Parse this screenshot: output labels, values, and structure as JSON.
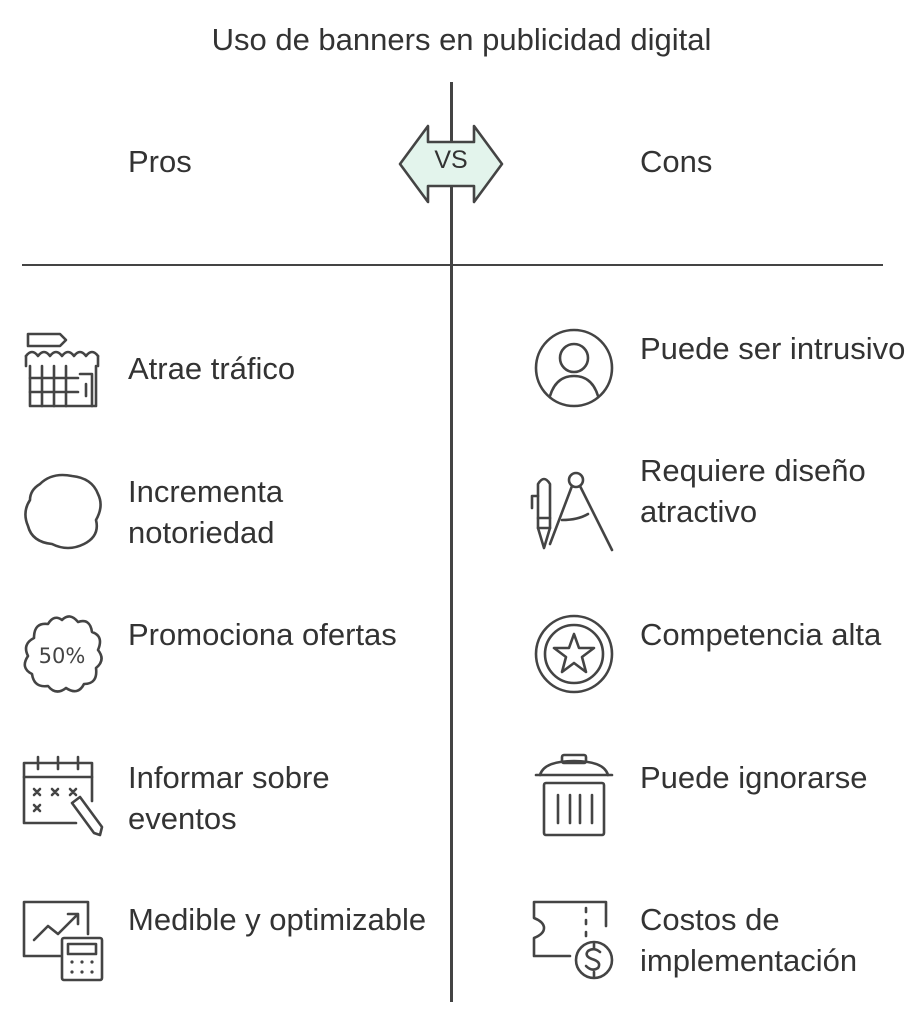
{
  "title": "Uso de banners en publicidad digital",
  "pros_label": "Pros",
  "cons_label": "Cons",
  "vs_label": "VS",
  "colors": {
    "line": "#444444",
    "badge_fill": "#e3f4ec",
    "text": "#333333"
  },
  "pros": [
    {
      "text": "Atrae tráfico",
      "icon": "shop-icon"
    },
    {
      "text": "Incrementa notoriedad",
      "icon": "bubble-icon"
    },
    {
      "text": "Promociona ofertas",
      "icon": "discount-badge-icon"
    },
    {
      "text": "Informar sobre eventos",
      "icon": "calendar-icon"
    },
    {
      "text": "Medible y optimizable",
      "icon": "analytics-calculator-icon"
    }
  ],
  "cons": [
    {
      "text": "Puede ser intrusivo",
      "icon": "user-icon"
    },
    {
      "text": "Requiere diseño atractivo",
      "icon": "design-tools-icon"
    },
    {
      "text": "Competencia alta",
      "icon": "star-coin-icon"
    },
    {
      "text": "Puede ignorarse",
      "icon": "trash-icon"
    },
    {
      "text": "Costos de implementación",
      "icon": "ticket-cost-icon"
    }
  ]
}
